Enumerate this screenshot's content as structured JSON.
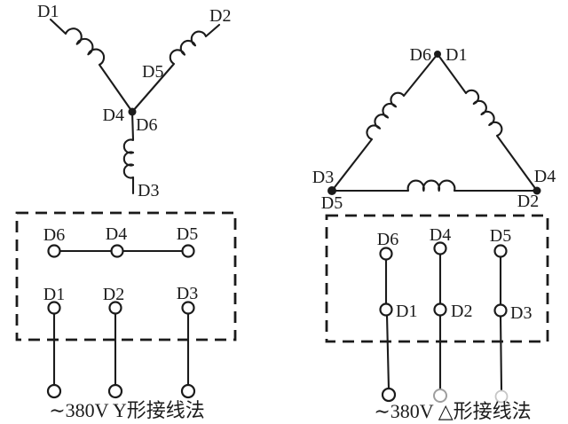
{
  "colors": {
    "ink": "#1b1b1b",
    "background": "#ffffff",
    "faded_circle": "#9e9e9e",
    "faint_circle": "#c6c6c6"
  },
  "y_winding": {
    "d1": "D1",
    "d2": "D2",
    "d3": "D3",
    "d4": "D4",
    "d5": "D5",
    "d6": "D6"
  },
  "delta_winding": {
    "top_left": "D6",
    "top_right": "D1",
    "bottom_left_top": "D3",
    "bottom_left_bottom": "D5",
    "bottom_right_top": "D4",
    "bottom_right_bottom": "D2"
  },
  "y_box": {
    "top_row": [
      "D6",
      "D4",
      "D5"
    ],
    "bottom_row": [
      "D1",
      "D2",
      "D3"
    ],
    "caption": "∼380V Y形接线法"
  },
  "delta_box": {
    "top_row": [
      "D6",
      "D4",
      "D5"
    ],
    "middle_row": [
      "D1",
      "D2",
      "D3"
    ],
    "caption": "∼380V △形接线法"
  }
}
